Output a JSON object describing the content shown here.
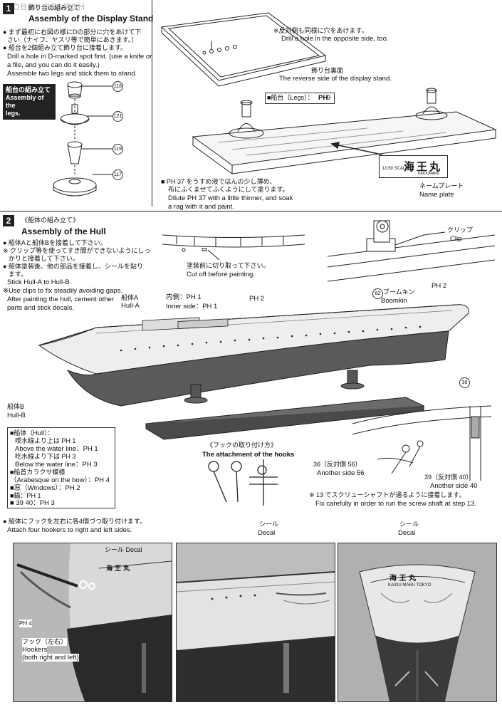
{
  "watermark": "HOBBY SEARCH",
  "step1": {
    "number": "1",
    "title_jp": "飾り台の組み立て",
    "title_en": "Assembly of the Display Stand",
    "instructions": [
      "● まず最初に右図の様にDの部分に穴をあけて下",
      "さい（ナイフ、ヤスリ等で簡単にあきます。）",
      "● 船台を2個組み立て飾り台に接着します。",
      "Drill a hole in D-marked spot first. (use a knife or",
      "a file, and you can do it easily.)",
      "Assemble two legs and stick them to stand."
    ],
    "legs_box_jp": "船台の組み立て",
    "legs_box_en": [
      "Assembly of the",
      "legs."
    ],
    "part_numbers": [
      "118",
      "121",
      "119",
      "117"
    ],
    "opposite_jp": "※反対側も同様に穴をあけます。",
    "opposite_en": "Drill a hole in the opposite side, too.",
    "reverse_jp": "飾り台裏面",
    "reverse_en": "The reverse side of the display stand.",
    "legs_label": "■船台（Legs）：",
    "legs_ref": "PH",
    "legs_ref_num": "9",
    "paint_jp": [
      "■ PH 37 をうすめ液ではんの少し薄め、",
      "布にふくませてふくようにして塗ります。"
    ],
    "paint_en": [
      "Dilute PH 37 with a little thinner, and soak",
      "a rag with it and paint."
    ],
    "nameplate_chars": "海王丸",
    "nameplate_small": "1/150 SCALE",
    "nameplate_sub": "KAIOUMARU",
    "nameplate_jp": "ネームプレート",
    "nameplate_en": "Name plate"
  },
  "step2": {
    "number": "2",
    "title_jp": "《船体の組み立て》",
    "title_en": "Assembly of the Hull",
    "instructions": [
      "● 船体Aと船体Bを接着して下さい。",
      "※ クリップ等を使ってすき間ができないようにしっ",
      "かりと接着して下さい。",
      "● 船体塗装後、他の部品を接着し、シールを貼り",
      "ます。",
      "Stick Hull-A to Hull-B.",
      "※Use clips to fix steadily avoiding gaps.",
      "After painting the hull, cement other",
      "parts and stick decals."
    ],
    "cut_jp": "塗装前に切り取って下さい。",
    "cut_en": "Cut off before painting.",
    "clip_jp": "クリップ",
    "clip_en": "Clip",
    "hull_a_jp": "船体A",
    "hull_a_en": "Hull-A",
    "hull_b_jp": "船体B",
    "hull_b_en": "Hull-B",
    "inner_jp": "内側：PH 1",
    "inner_en": "Inner side：PH 1",
    "ph2": "PH 2",
    "boomkin_jp": "ブームキン",
    "boomkin_en": "Boomkin",
    "boomkin_num": "82",
    "part39": "39",
    "legend": [
      "■船体（Hull）：",
      "喫水線より上は PH 1",
      "Above the water line：PH 1",
      "吃水線より下は PH 3",
      "Below the water line：PH 3",
      "■船首カラクサ模様",
      "（Arabesque on the bow）：PH 4",
      "■窓（Windows）：PH 2",
      "■錨：PH 1",
      "■ 39 40：PH 3"
    ],
    "hooks_jp": "《フックの取り付け方》",
    "hooks_en": "The attachment of the hooks",
    "another_56_jp": "36（反対側 56）",
    "another_56_en": "Another side 56",
    "another_40_jp": "39（反対側 40）",
    "another_40_en": "Another side 40",
    "screw_jp": "※ 13 でスクリューシャフトが通るように接着します。",
    "screw_en": "Fix carefully in order to run the screw shaft at step 13.",
    "hookers_jp": "● 船体にフックを左右に各4個づつ取り付けます。",
    "hookers_en": "Attach four hookers to right and left sides."
  },
  "photos": {
    "decal1_label": "シール Decal",
    "ph4": "PH 4",
    "hooks_jp": "フック（左右）",
    "hooks_en": [
      "Hookers",
      "(both right and left)"
    ],
    "decal2_jp": "シール",
    "decal2_en": "Decal",
    "decal3_jp": "シール",
    "decal3_en": "Decal",
    "stern_text": "海 王 丸",
    "stern_sub": "KAIOU MARU  TOKYO"
  }
}
